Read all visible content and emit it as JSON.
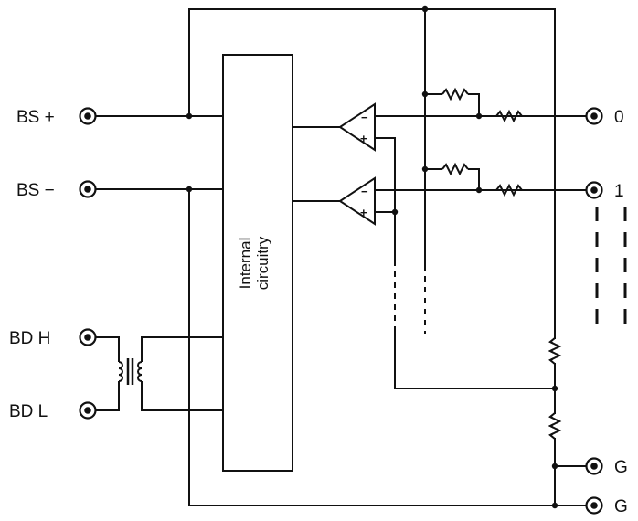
{
  "terminals": {
    "bs_plus": "BS +",
    "bs_minus": "BS −",
    "bd_h": "BD  H",
    "bd_l": "BD  L",
    "out_0": "0",
    "out_1": "1",
    "g_1": "G",
    "g_2": "G"
  },
  "internal_block": {
    "line1": "Internal",
    "line2": "circuitry"
  },
  "opamp_signs": {
    "minus": "−",
    "plus": "+"
  },
  "icons": {
    "terminal": "terminal-circle-icon",
    "resistor": "resistor-icon",
    "transformer": "transformer-icon",
    "opamp": "opamp-icon"
  }
}
